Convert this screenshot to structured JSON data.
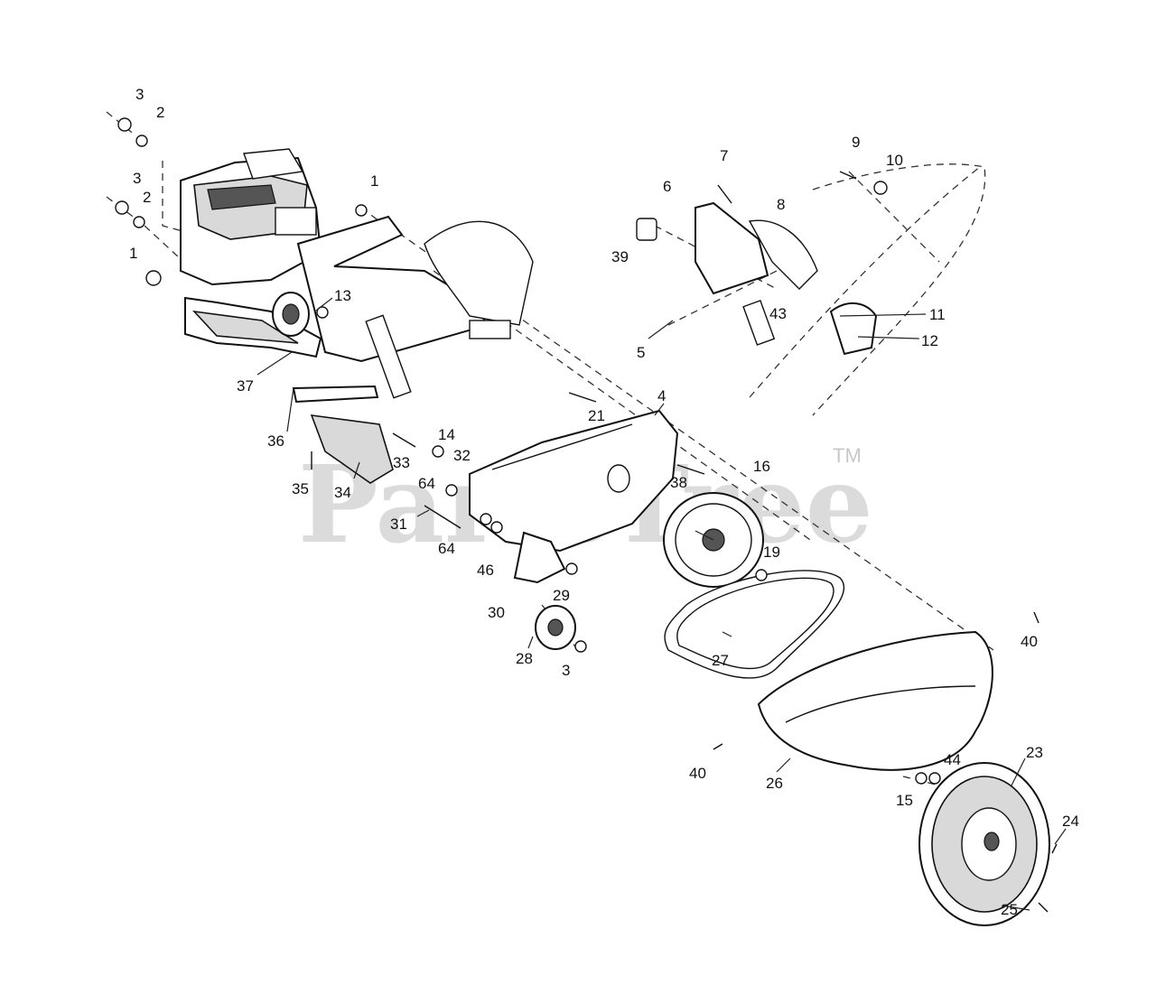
{
  "watermark": {
    "text": "PartsTree",
    "trademark": "TM"
  },
  "part_labels": [
    "3",
    "2",
    "3",
    "2",
    "1",
    "1",
    "13",
    "37",
    "36",
    "35",
    "34",
    "33",
    "32",
    "14",
    "31",
    "64",
    "64",
    "46",
    "30",
    "29",
    "28",
    "3",
    "21",
    "4",
    "38",
    "16",
    "19",
    "27",
    "7",
    "6",
    "8",
    "39",
    "43",
    "5",
    "9",
    "10",
    "11",
    "12",
    "40",
    "40",
    "26",
    "23",
    "44",
    "15",
    "24",
    "25"
  ]
}
